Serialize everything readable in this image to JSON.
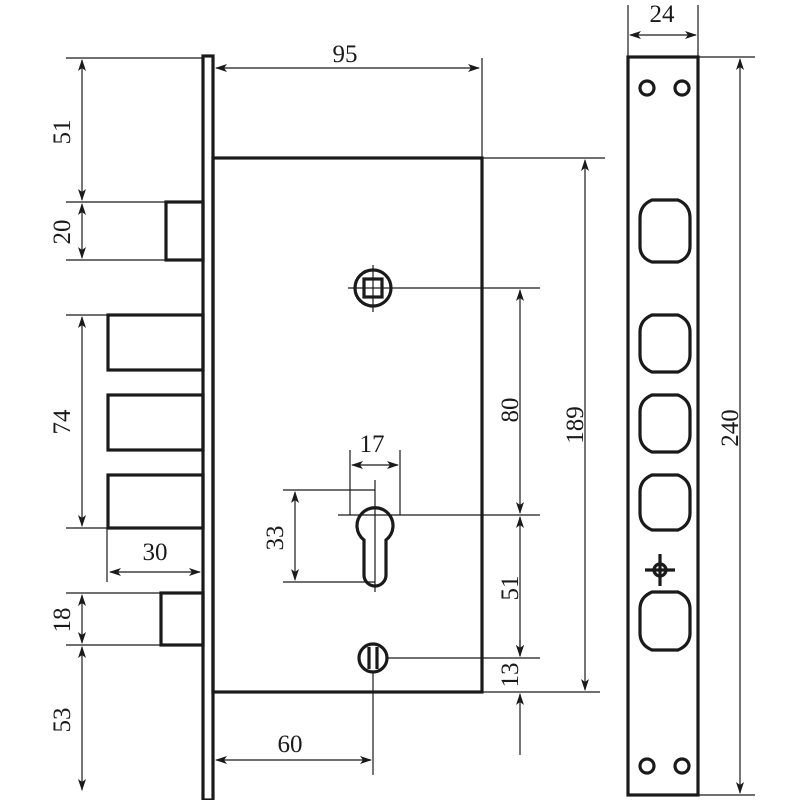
{
  "title": "Mortise lock dimensional drawing",
  "dimensions": {
    "body_depth": "95",
    "top_to_deadlatch": "51",
    "deadlatch_height": "20",
    "bolts_span": "74",
    "bolt_throw": "30",
    "latch_height": "18",
    "latch_to_bottom": "53",
    "backset": "60",
    "cylinder_width": "17",
    "cylinder_height": "33",
    "follower_to_cylinder": "80",
    "cylinder_to_lower_spindle": "51",
    "lower_spindle_to_bottom": "13",
    "body_height": "189",
    "strike_width": "24",
    "strike_height": "240"
  }
}
